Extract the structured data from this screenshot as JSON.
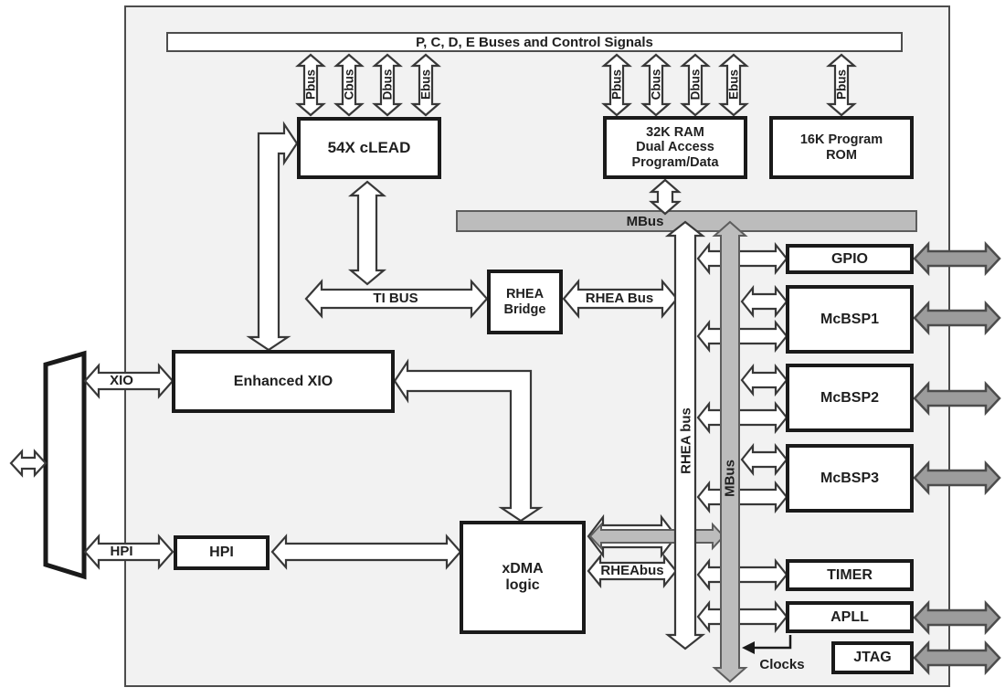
{
  "title_bar": "P, C, D, E Buses and Control Signals",
  "buses": {
    "left": [
      "Pbus",
      "Cbus",
      "Dbus",
      "Ebus"
    ],
    "right": [
      "Pbus",
      "Cbus",
      "Dbus",
      "Ebus"
    ],
    "rom": "Pbus"
  },
  "blocks": {
    "cpu": "54X cLEAD",
    "ram": [
      "32K RAM",
      "Dual Access",
      "Program/Data"
    ],
    "rom": [
      "16K Program",
      "ROM"
    ],
    "bridge": [
      "RHEA",
      "Bridge"
    ],
    "xio": "Enhanced XIO",
    "hpi": "HPI",
    "xdma": [
      "xDMA",
      "logic"
    ],
    "gpio": "GPIO",
    "mcbsp1": "McBSP1",
    "mcbsp2": "McBSP2",
    "mcbsp3": "McBSP3",
    "timer": "TIMER",
    "apll": "APLL",
    "jtag": "JTAG"
  },
  "labels": {
    "mbus_bar": "MBus",
    "ti_bus": "TI BUS",
    "rhea_bus_h": "RHEA Bus",
    "xio_bus": "XIO",
    "hpi_bus": "HPI",
    "rheabus_xdma": "RHEAbus",
    "rhea_bus_v": "RHEA bus",
    "mbus_v": "MBus",
    "clocks": "Clocks"
  },
  "colors": {
    "chip_fill": "#f2f2f2",
    "white_arrow": "#ffffff",
    "gray_bus": "#bcbcbc",
    "external_arrow": "#9c9c9c",
    "outline": "#383838"
  }
}
